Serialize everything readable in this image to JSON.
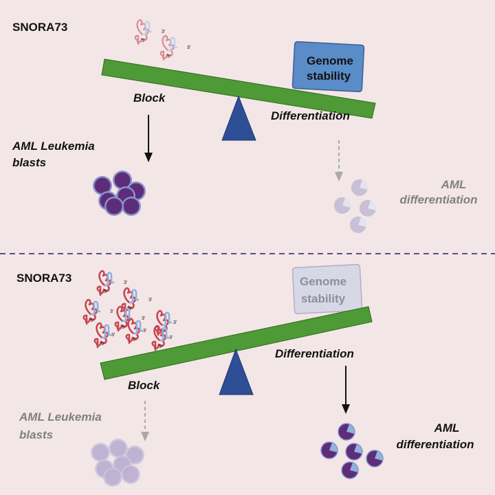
{
  "panels": {
    "top": {
      "title": "SNORA73",
      "box_line1": "Genome",
      "box_line2": "stability",
      "beam_left": "Block",
      "beam_right": "Differentiation",
      "left_cells_line1": "AML Leukemia",
      "left_cells_line2": "blasts",
      "right_cells_line1": "AML",
      "right_cells_line2": "differentiation"
    },
    "bottom": {
      "title": "SNORA73",
      "box_line1": "Genome",
      "box_line2": "stability",
      "beam_left": "Block",
      "beam_right": "Differentiation",
      "left_cells_line1": "AML Leukemia",
      "left_cells_line2": "blasts",
      "right_cells_line1": "AML",
      "right_cells_line2": "differentiation"
    }
  },
  "rna_ends": {
    "five_prime": "5'",
    "three_prime": "3'"
  },
  "colors": {
    "background": "#f3e6e6",
    "beam": "#4e9a36",
    "fulcrum": "#2e4f96",
    "box_active": "#5a8cc8",
    "box_faded": "#d6d8e6",
    "rna_red": "#c84650",
    "rna_red_light": "#d98a94",
    "rna_blue": "#8fb1df",
    "cell_nucleus": "#5d2d7a",
    "cell_membrane": "#8a94c9",
    "divider": "#3f3a7c"
  }
}
